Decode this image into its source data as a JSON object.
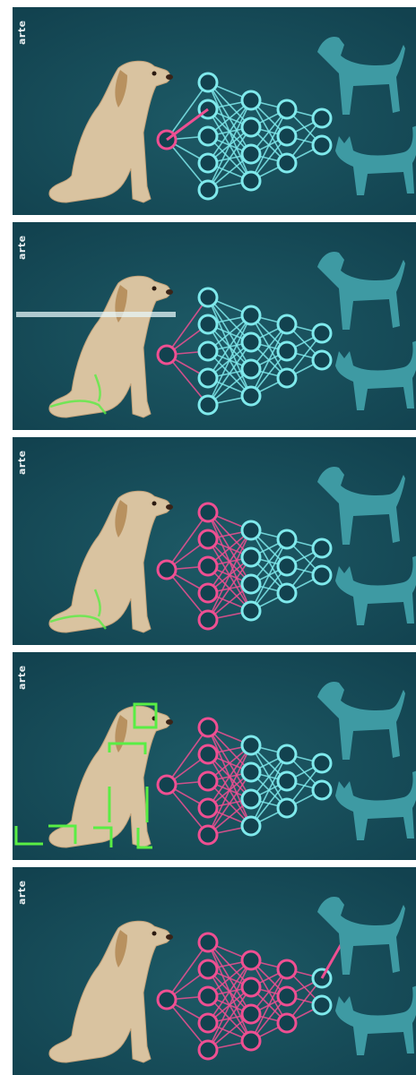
{
  "brand": {
    "logo_text": "arte"
  },
  "colors": {
    "background": "#12424f",
    "node_default": "#7fe9ec",
    "node_active": "#ef4f92",
    "detection": "#59ee44",
    "silhouette": "#3e9aa3"
  },
  "panels": [
    {
      "step": 1,
      "active_layers": 0,
      "scan_line": false,
      "detections": "none",
      "result": "none"
    },
    {
      "step": 2,
      "active_layers": 1,
      "scan_line": true,
      "detections": "outline",
      "result": "none"
    },
    {
      "step": 3,
      "active_layers": 2,
      "scan_line": false,
      "detections": "outline",
      "result": "none"
    },
    {
      "step": 4,
      "active_layers": 2,
      "scan_line": false,
      "detections": "boxes",
      "result": "none"
    },
    {
      "step": 5,
      "active_layers": 4,
      "scan_line": false,
      "detections": "none",
      "result": "dog"
    }
  ],
  "icons": [
    "dog-photo",
    "neural-network-icon",
    "dog-silhouette-icon",
    "cat-silhouette-icon"
  ]
}
